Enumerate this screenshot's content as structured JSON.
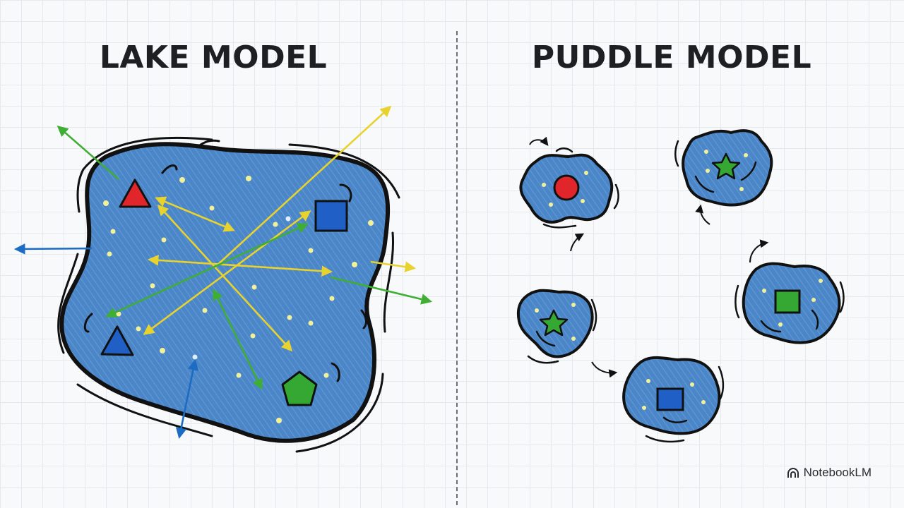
{
  "titles": {
    "left": "LAKE MODEL",
    "right": "PUDDLE MODEL"
  },
  "branding": {
    "label": "NotebookLM",
    "icon": "notebooklm-logo-icon"
  },
  "colors": {
    "water": "#4a86c8",
    "outline": "#111111",
    "yellow_arrow": "#e8d22e",
    "green_arrow": "#3fae34",
    "blue_arrow": "#1c6cc4",
    "red_shape": "#e0262b",
    "green_shape": "#34a832",
    "blue_shape": "#1f5fc6"
  },
  "lake": {
    "shapes": [
      "red-triangle",
      "blue-square",
      "blue-triangle",
      "green-pentagon"
    ]
  },
  "puddles": [
    {
      "shape": "red-circle"
    },
    {
      "shape": "green-star"
    },
    {
      "shape": "green-star"
    },
    {
      "shape": "green-square"
    },
    {
      "shape": "blue-square"
    }
  ]
}
